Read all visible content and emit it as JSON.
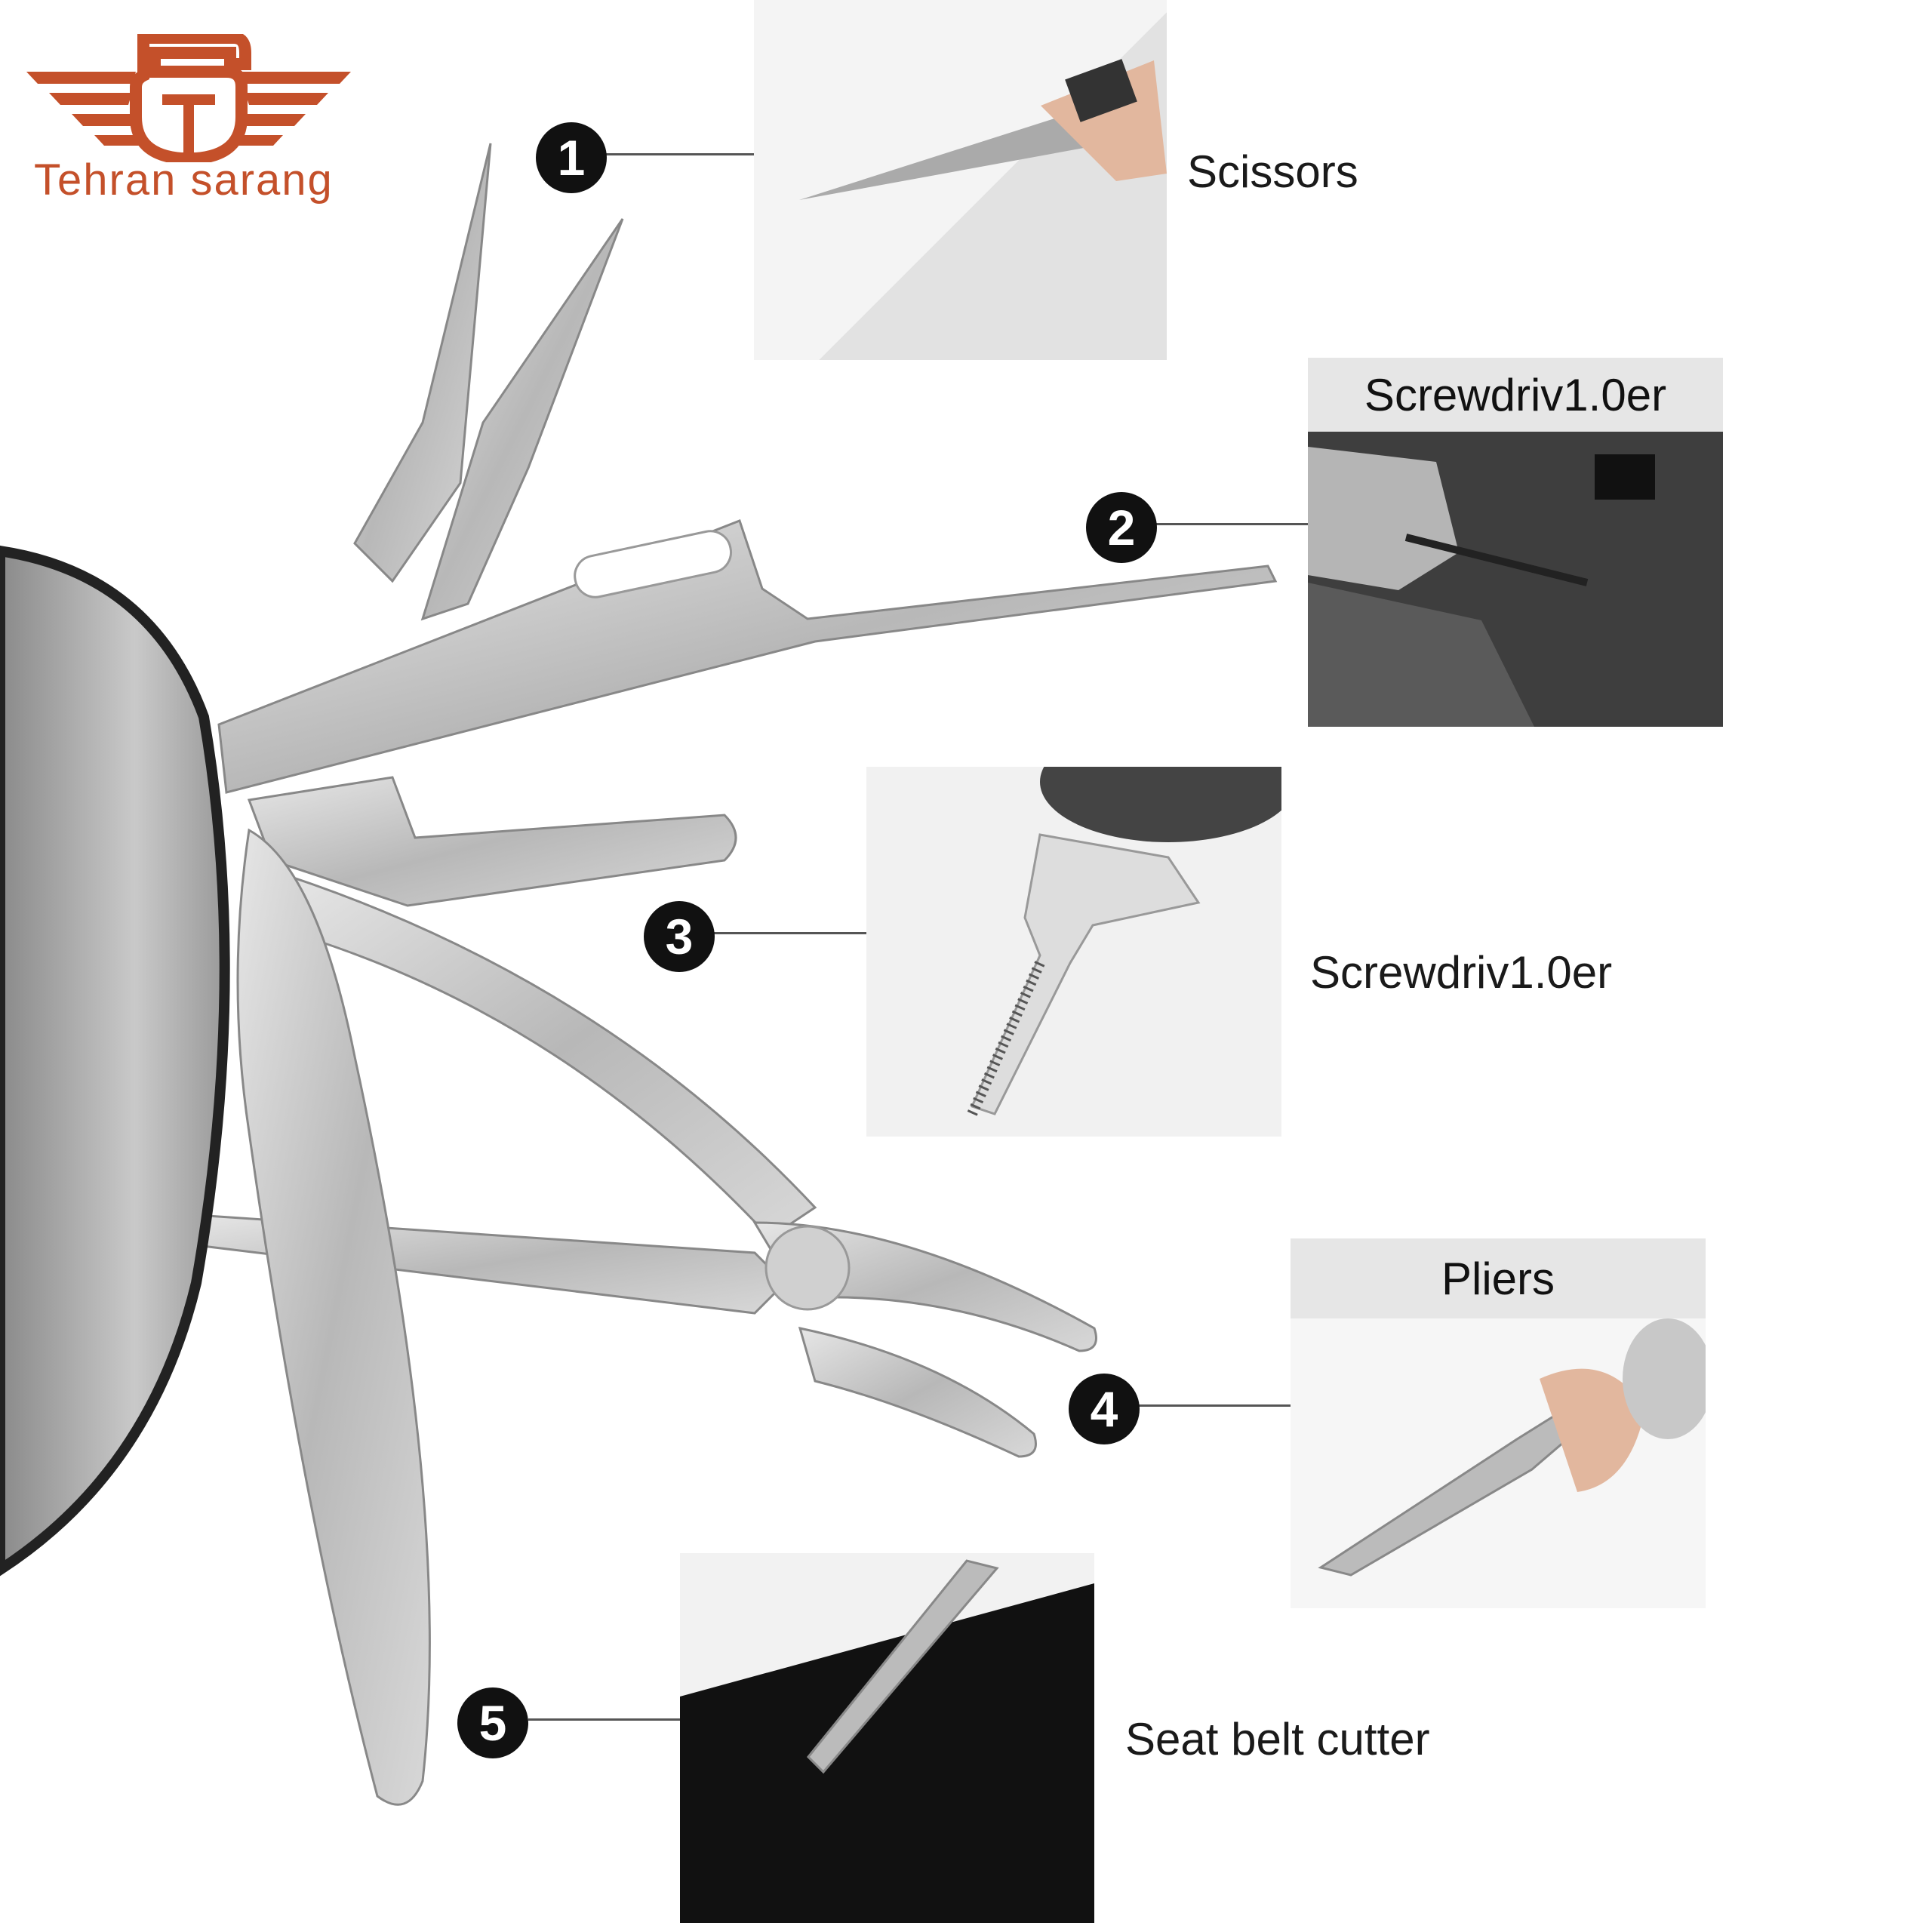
{
  "brand": {
    "name": "Tehran sarang",
    "color": "#c4502a"
  },
  "features": [
    {
      "number": "1",
      "label": "Scissors"
    },
    {
      "number": "2",
      "label": "Screwdriv1.0er"
    },
    {
      "number": "3",
      "label": "Screwdriv1.0er"
    },
    {
      "number": "4",
      "label": "Pliers"
    },
    {
      "number": "5",
      "label": "Seat belt cutter"
    }
  ]
}
